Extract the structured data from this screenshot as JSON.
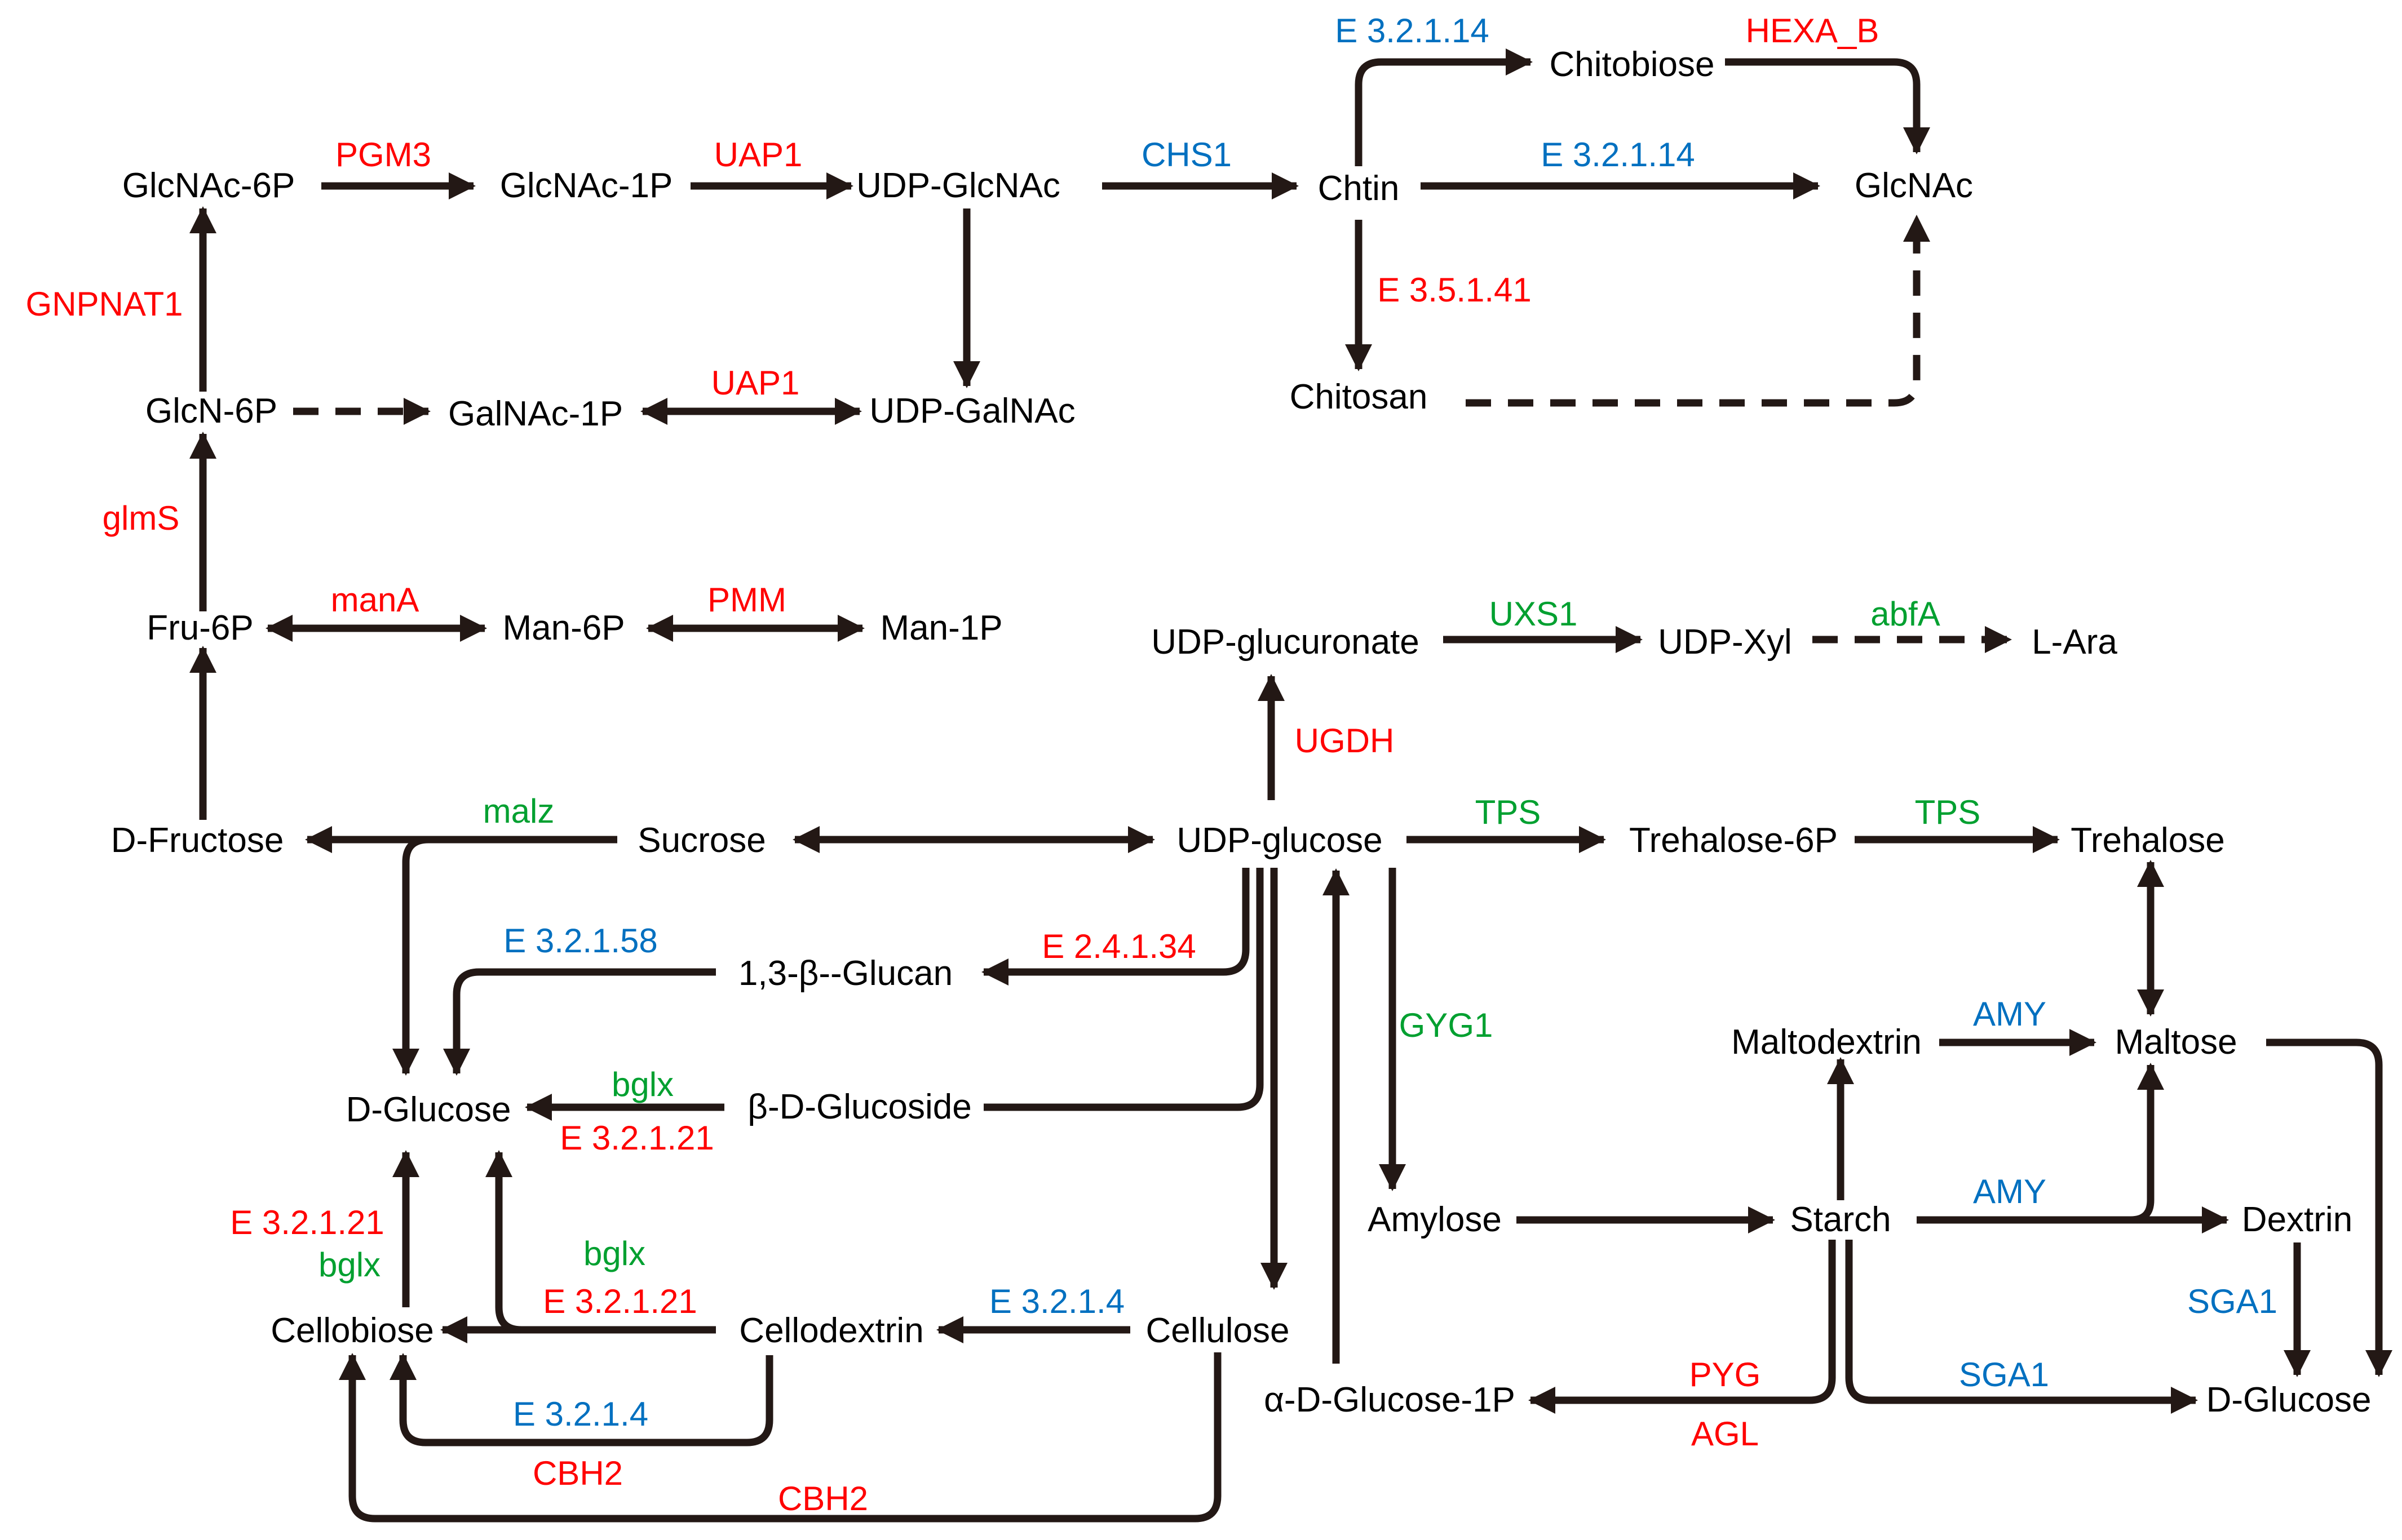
{
  "colors": {
    "edge": "#231815",
    "enzyme_red": "#ff0000",
    "enzyme_blue": "#0070c0",
    "enzyme_green": "#00a030",
    "metabolite": "#000000"
  },
  "metabolites": {
    "glcnac6p": "GlcNAc-6P",
    "glcnac1p": "GlcNAc-1P",
    "udpglcnac": "UDP-GlcNAc",
    "chtin": "Chtin",
    "chitobiose": "Chitobiose",
    "glcnac": "GlcNAc",
    "chitosan": "Chitosan",
    "glcn6p": "GlcN-6P",
    "galnac1p": "GalNAc-1P",
    "udpgalnac": "UDP-GalNAc",
    "fru6p": "Fru-6P",
    "man6p": "Man-6P",
    "man1p": "Man-1P",
    "udpglucuronate": "UDP-glucuronate",
    "udpxyl": "UDP-Xyl",
    "lara": "L-Ara",
    "dfructose": "D-Fructose",
    "sucrose": "Sucrose",
    "udpglucose": "UDP-glucose",
    "trehalose6p": "Trehalose-6P",
    "trehalose": "Trehalose",
    "glucan": "1,3-β--Glucan",
    "dglucose_left": "D-Glucose",
    "bdglucoside": "β-D-Glucoside",
    "maltodextrin": "Maltodextrin",
    "maltose": "Maltose",
    "amylose": "Amylose",
    "starch": "Starch",
    "dextrin": "Dextrin",
    "cellobiose": "Cellobiose",
    "cellodextrin": "Cellodextrin",
    "cellulose": "Cellulose",
    "aglucose1p": "α-D-Glucose-1P",
    "dglucose_right": "D-Glucose"
  },
  "enzymes": {
    "pgm3": {
      "label": "PGM3",
      "color": "red"
    },
    "uap1_top": {
      "label": "UAP1",
      "color": "red"
    },
    "chs1": {
      "label": "CHS1",
      "color": "blue"
    },
    "e3_2_1_14_top": {
      "label": "E 3.2.1.14",
      "color": "blue"
    },
    "hexa_b": {
      "label": "HEXA_B",
      "color": "red"
    },
    "e3_2_1_14_mid": {
      "label": "E 3.2.1.14",
      "color": "blue"
    },
    "e3_5_1_41": {
      "label": "E 3.5.1.41",
      "color": "red"
    },
    "gnpnat1": {
      "label": "GNPNAT1",
      "color": "red"
    },
    "uap1_mid": {
      "label": "UAP1",
      "color": "red"
    },
    "glms": {
      "label": "glmS",
      "color": "red"
    },
    "mana": {
      "label": "manA",
      "color": "red"
    },
    "pmm": {
      "label": "PMM",
      "color": "red"
    },
    "uxs1": {
      "label": "UXS1",
      "color": "green"
    },
    "abfa": {
      "label": "abfA",
      "color": "green"
    },
    "ugdh": {
      "label": "UGDH",
      "color": "red"
    },
    "malz": {
      "label": "malz",
      "color": "green"
    },
    "tps1": {
      "label": "TPS",
      "color": "green"
    },
    "tps2": {
      "label": "TPS",
      "color": "green"
    },
    "e3_2_1_58": {
      "label": "E 3.2.1.58",
      "color": "blue"
    },
    "e2_4_1_34": {
      "label": "E 2.4.1.34",
      "color": "red"
    },
    "gyg1": {
      "label": "GYG1",
      "color": "green"
    },
    "amy_top": {
      "label": "AMY",
      "color": "blue"
    },
    "bglx_top": {
      "label": "bglx",
      "color": "green"
    },
    "e3_2_1_21_top": {
      "label": "E 3.2.1.21",
      "color": "red"
    },
    "amy_mid": {
      "label": "AMY",
      "color": "blue"
    },
    "e3_2_1_21_left": {
      "label": "E 3.2.1.21",
      "color": "red"
    },
    "bglx_left": {
      "label": "bglx",
      "color": "green"
    },
    "bglx_mid": {
      "label": "bglx",
      "color": "green"
    },
    "e3_2_1_21_mid": {
      "label": "E 3.2.1.21",
      "color": "red"
    },
    "e3_2_1_4_right": {
      "label": "E 3.2.1.4",
      "color": "blue"
    },
    "sga1_right": {
      "label": "SGA1",
      "color": "blue"
    },
    "pyg": {
      "label": "PYG",
      "color": "red"
    },
    "sga1_bottom": {
      "label": "SGA1",
      "color": "blue"
    },
    "agl": {
      "label": "AGL",
      "color": "red"
    },
    "e3_2_1_4_bottom": {
      "label": "E 3.2.1.4",
      "color": "blue"
    },
    "cbh2_inner": {
      "label": "CBH2",
      "color": "red"
    },
    "cbh2_outer": {
      "label": "CBH2",
      "color": "red"
    }
  }
}
